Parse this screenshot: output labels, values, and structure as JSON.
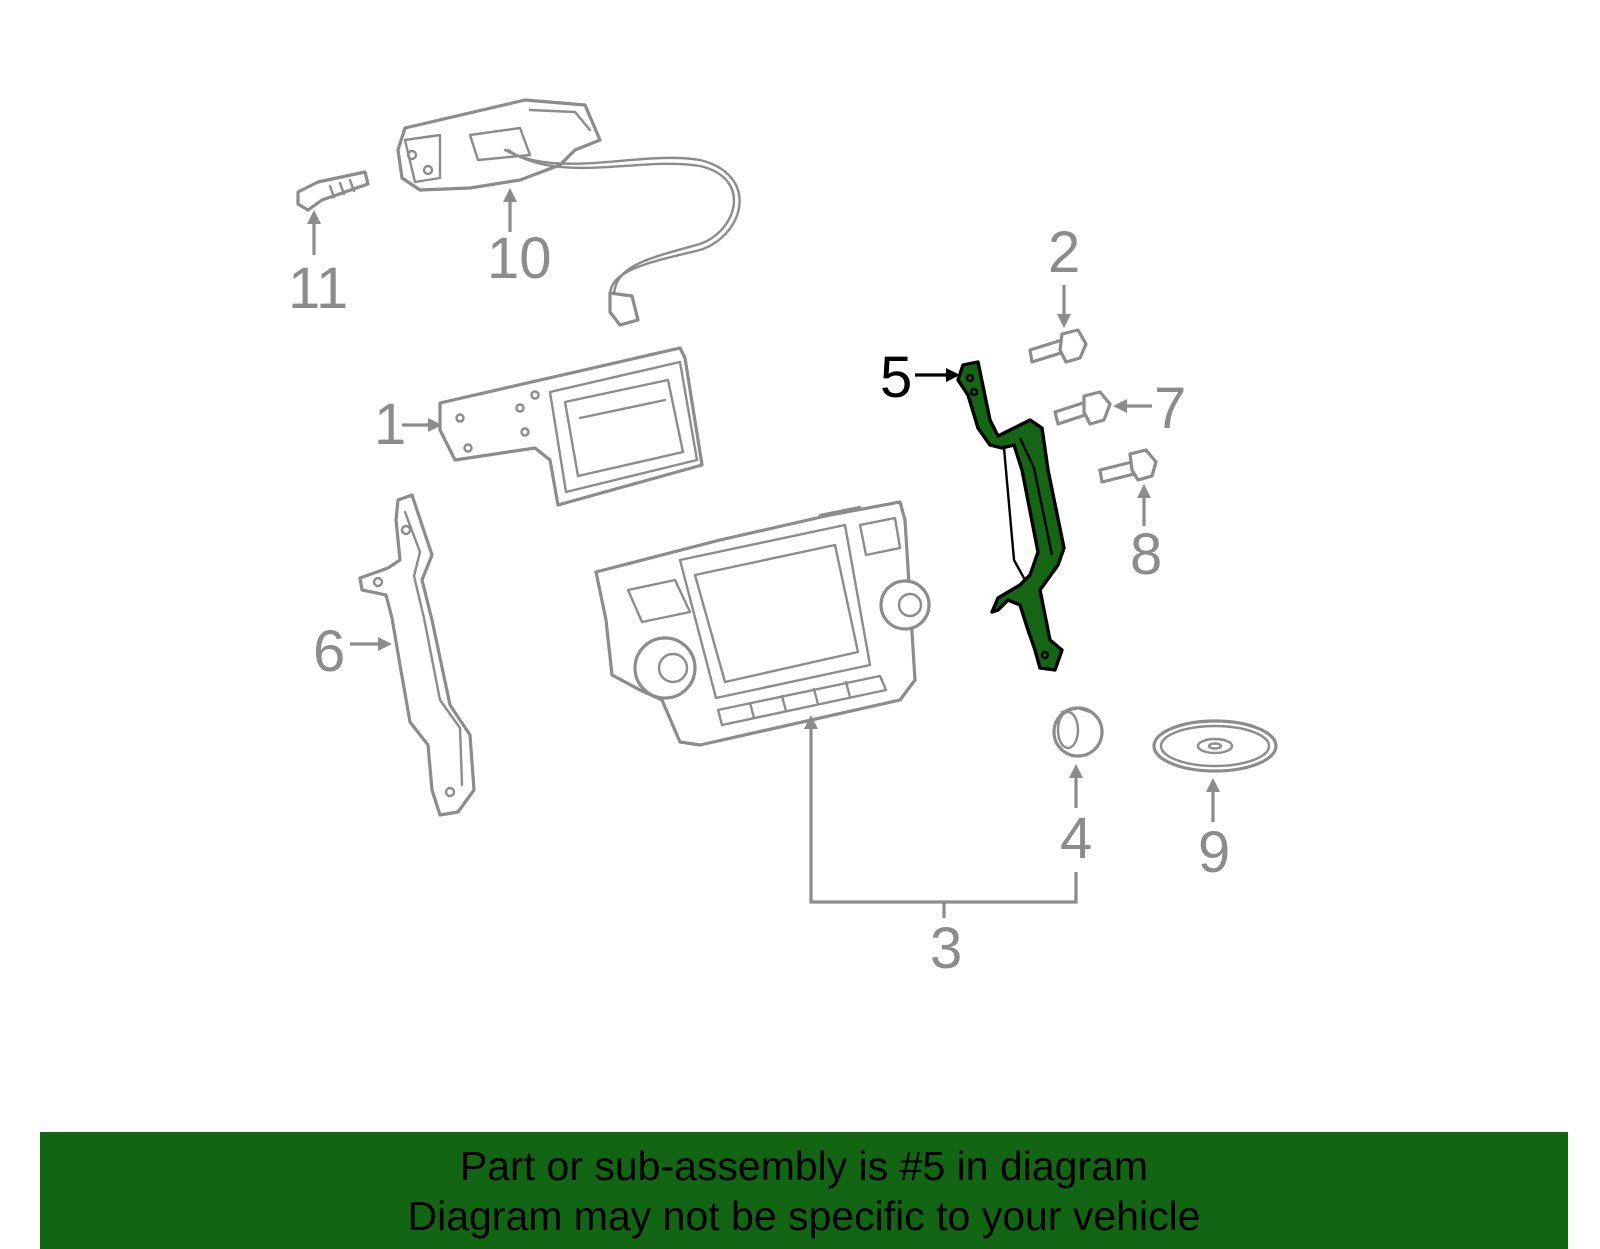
{
  "diagram": {
    "callouts": {
      "c1": "1",
      "c2": "2",
      "c3": "3",
      "c4": "4",
      "c5": "5",
      "c6": "6",
      "c7": "7",
      "c8": "8",
      "c9": "9",
      "c10": "10",
      "c11": "11"
    },
    "highlighted_part": "5",
    "colors": {
      "highlight": "#146514",
      "line": "#8c8c8c",
      "banner": "#126512"
    }
  },
  "banner": {
    "line1": "Part or sub-assembly is #5 in diagram",
    "line2": "Diagram may not be specific to your vehicle"
  }
}
